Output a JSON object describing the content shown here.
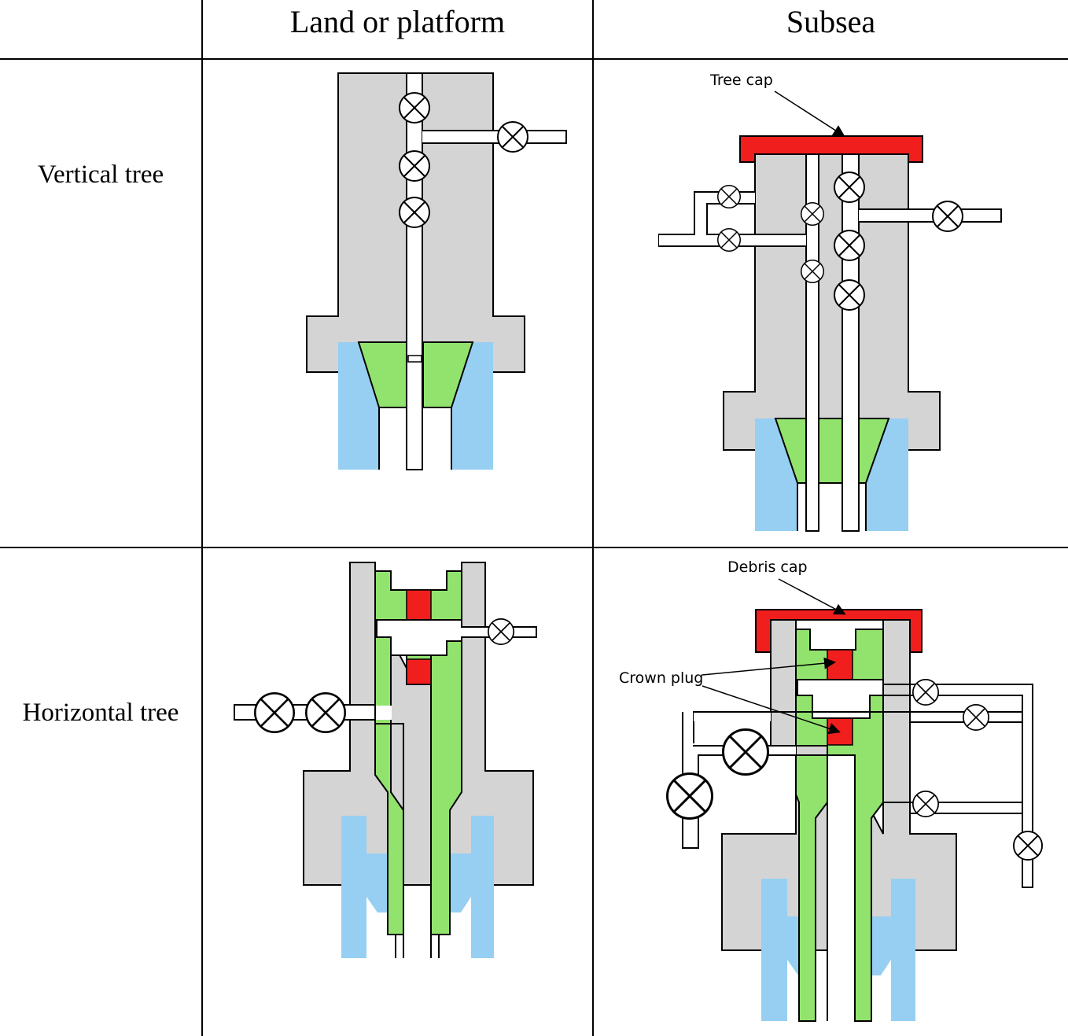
{
  "header": {
    "col_land": "Land or platform",
    "col_subsea": "Subsea"
  },
  "rows": {
    "vertical": "Vertical tree",
    "horizontal": "Horizontal tree"
  },
  "callouts": {
    "tree_cap": "Tree cap",
    "debris_cap": "Debris cap",
    "crown_plug": "Crown plug"
  },
  "colors": {
    "body": "#d4d4d4",
    "hanger": "#92e36e",
    "casing": "#96cff2",
    "cap": "#f11e1e",
    "outline": "#000000",
    "bore": "#ffffff"
  }
}
